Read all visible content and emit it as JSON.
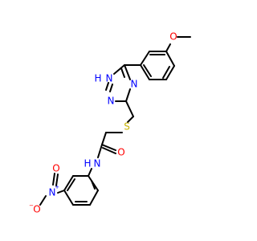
{
  "molecule": {
    "atoms": {
      "o_methoxy": {
        "text": "O",
        "color": "#ff0000"
      },
      "n1_triazole": {
        "text": "N",
        "color": "#0000ff"
      },
      "h1_triazole": {
        "text": "H",
        "color": "#0000ff"
      },
      "n2_triazole": {
        "text": "N",
        "color": "#0000ff"
      },
      "n4_triazole": {
        "text": "N",
        "color": "#0000ff"
      },
      "s_thioether": {
        "text": "S",
        "color": "#c8b400"
      },
      "o_carbonyl": {
        "text": "O",
        "color": "#ff0000"
      },
      "n_amide": {
        "text": "N",
        "color": "#0000ff"
      },
      "h_amide": {
        "text": "H",
        "color": "#0000ff"
      },
      "n_nitro": {
        "text": "N",
        "color": "#0000ff"
      },
      "n_nitro_charge": {
        "text": "+",
        "color": "#0000ff"
      },
      "o_nitro_top": {
        "text": "O",
        "color": "#ff0000"
      },
      "o_nitro_bottom": {
        "text": "O",
        "color": "#ff0000"
      },
      "o_nitro_charge": {
        "text": "−",
        "color": "#ff0000"
      }
    }
  }
}
